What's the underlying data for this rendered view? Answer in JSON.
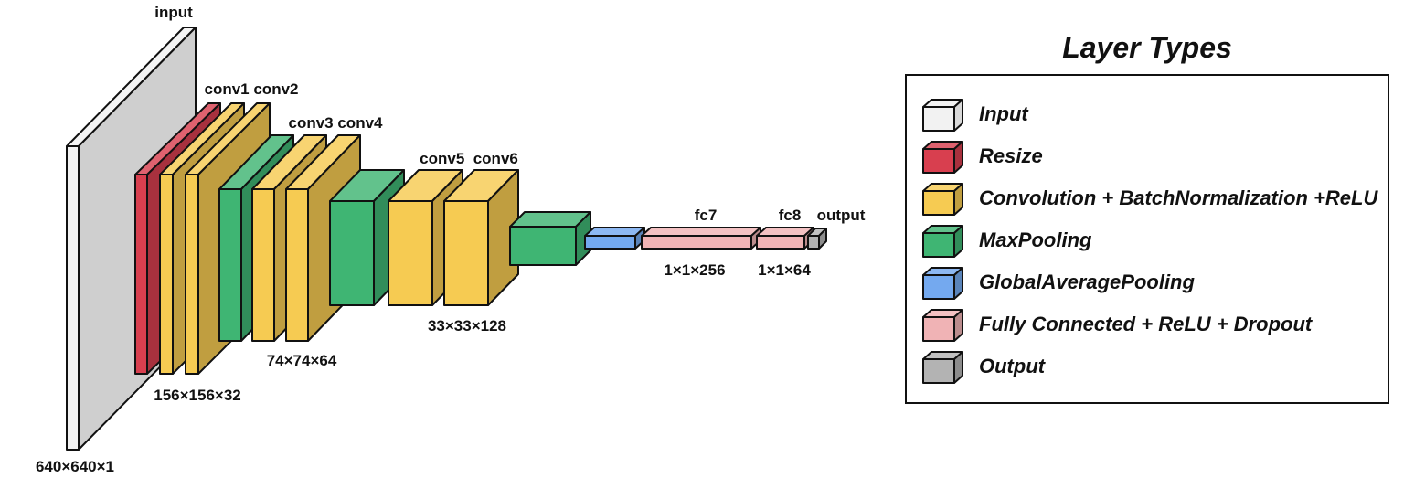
{
  "colors": {
    "input": "#f2f2f2",
    "resize": "#d83f4f",
    "conv": "#f6cb52",
    "maxpool": "#3fb573",
    "gap": "#74a9ef",
    "fc": "#f0b3b5",
    "output": "#b3b3b3"
  },
  "labels": {
    "input": "input",
    "conv1_conv2": "conv1 conv2",
    "conv3_conv4": "conv3 conv4",
    "conv5_conv6": "conv5  conv6",
    "fc7": "fc7",
    "fc8": "fc8",
    "output": "output"
  },
  "dims": {
    "input": "640×640×1",
    "stage1": "156×156×32",
    "stage2": "74×74×64",
    "stage3": "33×33×128",
    "fc7": "1×1×256",
    "fc8": "1×1×64"
  },
  "legend": {
    "title": "Layer Types",
    "items": [
      {
        "label": "Input",
        "type": "input"
      },
      {
        "label": "Resize",
        "type": "resize"
      },
      {
        "label": "Convolution + BatchNormalization +ReLU",
        "type": "conv"
      },
      {
        "label": "MaxPooling",
        "type": "maxpool"
      },
      {
        "label": "GlobalAveragePooling",
        "type": "gap"
      },
      {
        "label": "Fully Connected + ReLU + Dropout",
        "type": "fc"
      },
      {
        "label": "Output",
        "type": "output"
      }
    ]
  }
}
